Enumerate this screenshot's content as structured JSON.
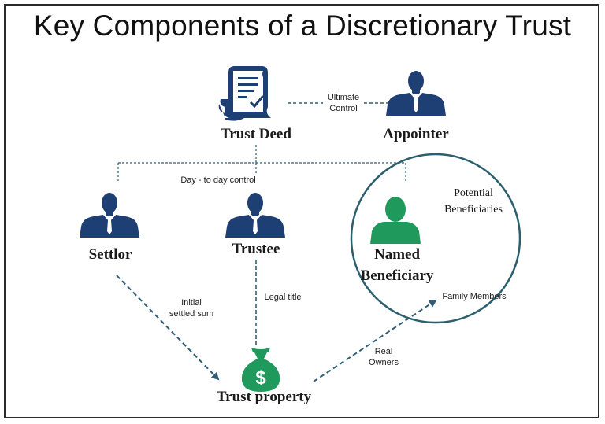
{
  "title": "Key Components of a Discretionary Trust",
  "nodes": {
    "trust_deed": "Trust Deed",
    "appointer": "Appointer",
    "settlor": "Settlor",
    "trustee": "Trustee",
    "named_beneficiary_line1": "Named",
    "named_beneficiary_line2": "Beneficiary",
    "potential_beneficiaries_line1": "Potential",
    "potential_beneficiaries_line2": "Beneficiaries",
    "trust_property": "Trust property"
  },
  "edges": {
    "ultimate_control_line1": "Ultimate",
    "ultimate_control_line2": "Control",
    "day_to_day_control": "Day - to day control",
    "initial_settled_sum_line1": "Initial",
    "initial_settled_sum_line2": "settled sum",
    "legal_title": "Legal title",
    "real_owners_line1": "Real",
    "real_owners_line2": "Owners",
    "family_members": "Family Members"
  },
  "colors": {
    "person_navy": "#1e3f73",
    "beneficiary_green": "#1f9a5c",
    "circle_teal": "#2c5f6e",
    "connector": "#2f5e75"
  },
  "icons": {
    "trust_deed": "document-certificate-icon",
    "people": "person-icon",
    "trust_property": "money-bag-icon"
  }
}
